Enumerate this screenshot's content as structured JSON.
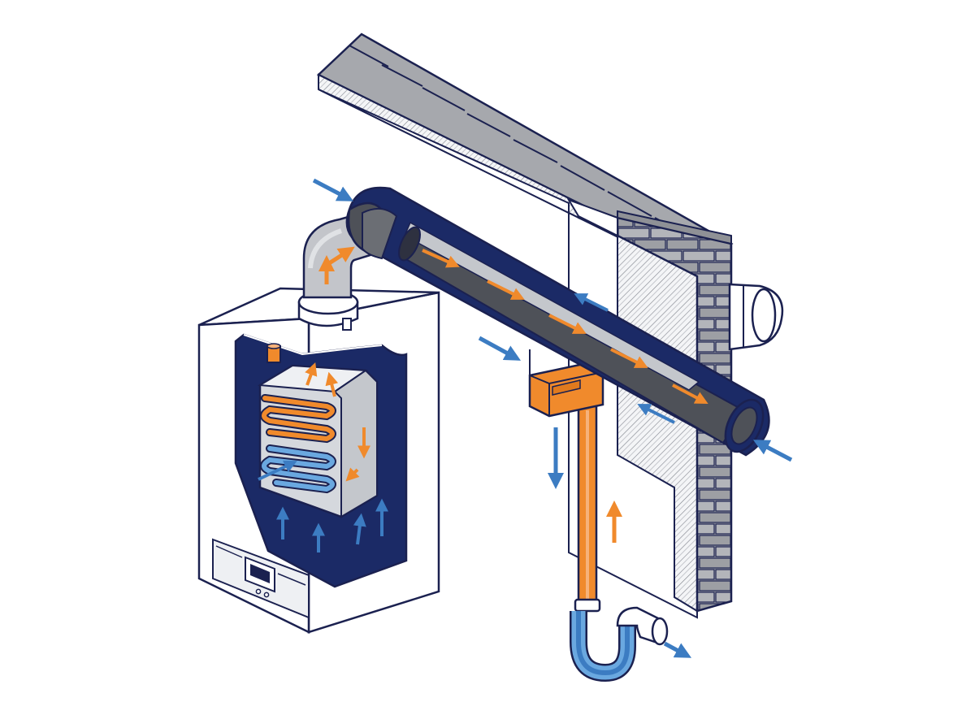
{
  "diagram": {
    "kind": "isometric cutaway",
    "components": [
      {
        "name": "condensing-boiler",
        "label": ""
      },
      {
        "name": "heat-exchanger",
        "label": ""
      },
      {
        "name": "control-panel",
        "label": ""
      },
      {
        "name": "concentric-flue-pipe",
        "label": ""
      },
      {
        "name": "flue-elbow",
        "label": ""
      },
      {
        "name": "external-wall",
        "label": ""
      },
      {
        "name": "flue-terminal",
        "label": ""
      },
      {
        "name": "condensate-trap",
        "label": ""
      },
      {
        "name": "condensate-drain-pipe",
        "label": ""
      },
      {
        "name": "waste-trap",
        "label": ""
      }
    ],
    "flows": [
      {
        "name": "flue-gas-flow",
        "color": "#f08a2c"
      },
      {
        "name": "fresh-air-flow",
        "color": "#3c7cc2"
      },
      {
        "name": "condensate-flow",
        "color": "#f08a2c"
      },
      {
        "name": "drain-flow",
        "color": "#3c7cc2"
      }
    ]
  },
  "colors": {
    "outline": "#1b2150",
    "navy": "#1b2a66",
    "orange": "#f08a2c",
    "blue": "#3c7cc2",
    "light_blue": "#6aa8e0",
    "brick": "#a6a8ad",
    "pipe_gray": "#b4b6ba",
    "dark_pipe": "#4e5158",
    "panel_white": "#ffffff",
    "panel_light": "#eef0f3"
  }
}
